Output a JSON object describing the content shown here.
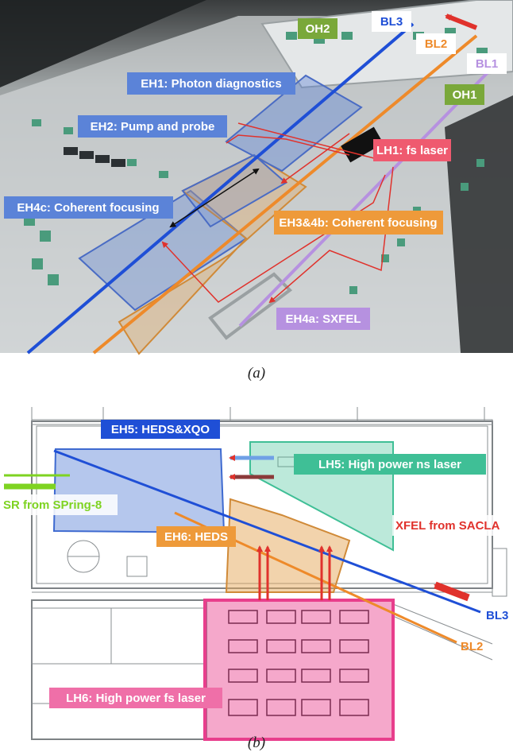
{
  "panel_a": {
    "caption": "(a)",
    "labels": {
      "oh2": "OH2",
      "bl3": "BL3",
      "bl2": "BL2",
      "bl1": "BL1",
      "oh1": "OH1",
      "eh1": "EH1: Photon diagnostics",
      "eh2": "EH2: Pump and probe",
      "lh1": "LH1: fs laser",
      "eh4c": "EH4c: Coherent focusing",
      "eh3_4b": "EH3&4b: Coherent focusing",
      "eh4a": "EH4a: SXFEL"
    }
  },
  "panel_b": {
    "caption": "(b)",
    "labels": {
      "eh5": "EH5:  HEDS&XQO",
      "lh5": "LH5: High power ns laser",
      "sr": "SR from SPring-8",
      "xfel": "XFEL from SACLA",
      "eh6": "EH6: HEDS",
      "bl3": "BL3",
      "bl2": "BL2",
      "lh6": "LH6: High power fs laser"
    }
  },
  "colors": {
    "bl3": "#1f4fd6",
    "bl2": "#ee8a2a",
    "bl1": "#b691e0",
    "eh_blue": "#5b83d8",
    "eh_orange": "#e6a75a",
    "laser_red": "#e0322c",
    "lh6_pink": "#e83e8c",
    "lh5_green": "#3fbf96",
    "oh_green": "#7aa83a",
    "sr_green": "#7ed321"
  }
}
